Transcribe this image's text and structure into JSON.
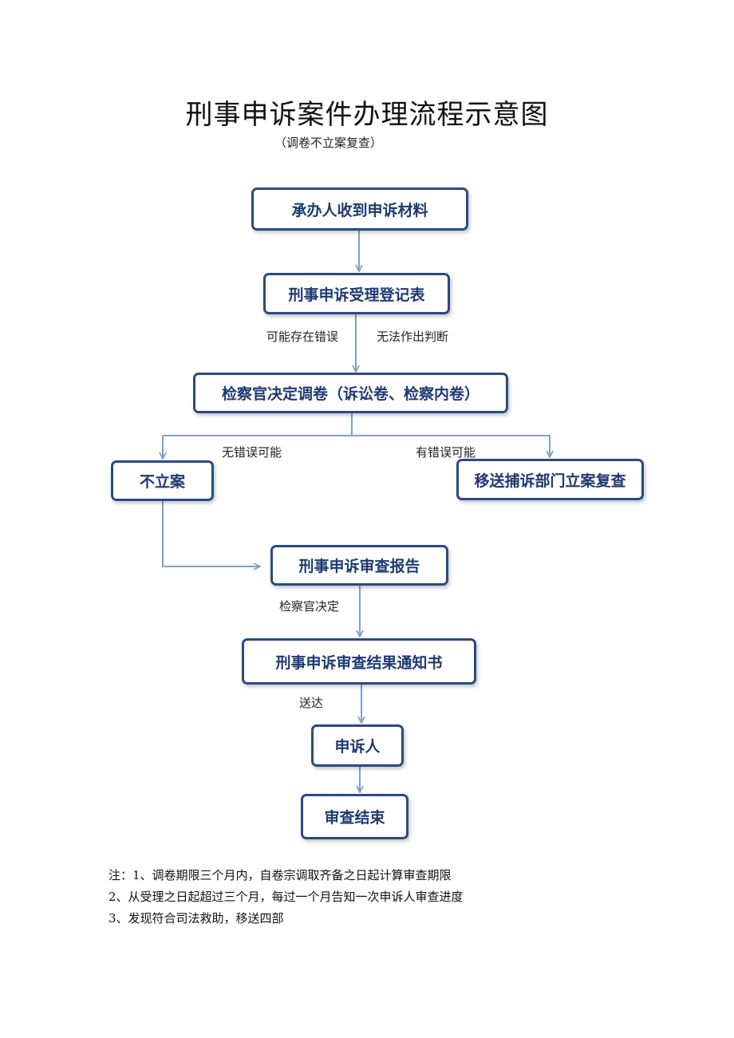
{
  "title": "刑事申诉案件办理流程示意图",
  "subtitle": "（调卷不立案复查）",
  "nodes": {
    "receive": "承办人收到申诉材料",
    "register": "刑事申诉受理登记表",
    "transfer": "检察官决定调卷（诉讼卷、检察内卷）",
    "no_case": "不立案",
    "move_review": "移送捕诉部门立案复查",
    "report": "刑事申诉审查报告",
    "notice": "刑事申诉审查结果通知书",
    "appellant": "申诉人",
    "end": "审查结束"
  },
  "edge_labels": {
    "maybe_error": "可能存在错误",
    "cannot_judge": "无法作出判断",
    "no_error": "无错误可能",
    "has_error": "有错误可能",
    "prosecutor_decides": "检察官决定",
    "deliver": "送达"
  },
  "notes": [
    "注：1、调卷期限三个月内，自卷宗调取齐备之日起计算审查期限",
    "2、从受理之日起超过三个月，每过一个月告知一次申诉人审查进度",
    "3、发现符合司法救助，移送四部"
  ],
  "colors": {
    "box_border": "#2a4a84",
    "box_text": "#1f3a73",
    "connector": "#7fa0c6"
  }
}
